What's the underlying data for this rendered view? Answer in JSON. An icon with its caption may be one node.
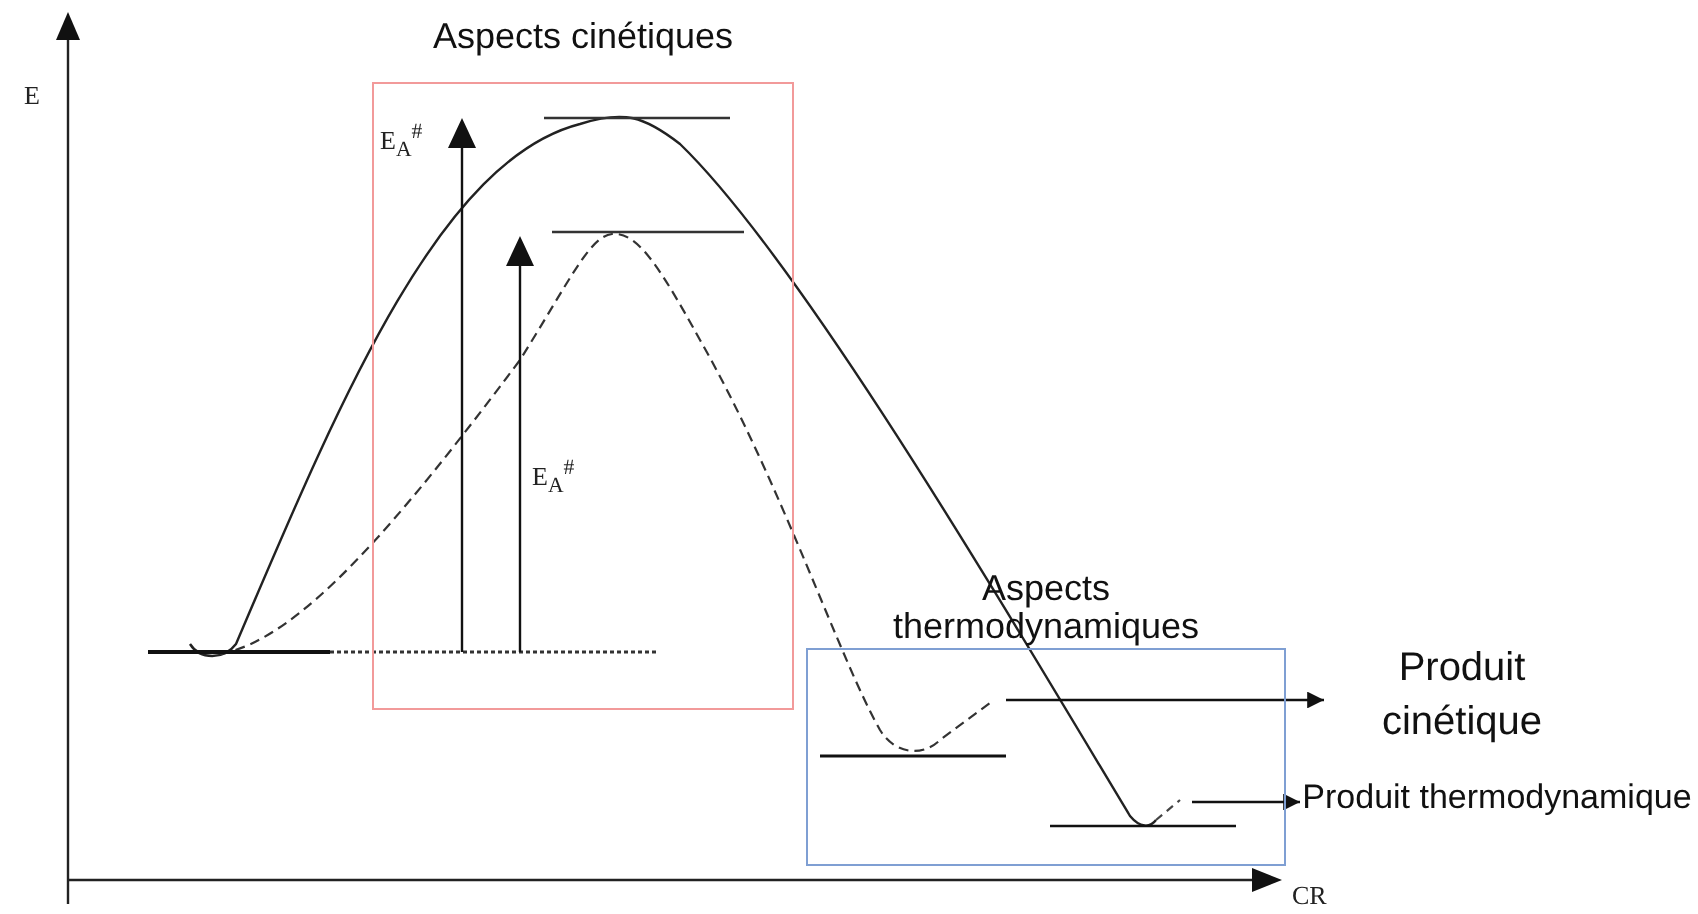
{
  "diagram": {
    "nodes": [
      {
        "text": [
          "Aspects cinétiques"
        ]
      },
      {
        "text": [
          "Aspects thermodynamiques"
        ]
      },
      {
        "text": [
          "Produit cinétique"
        ]
      },
      {
        "text": [
          "Produit thermodynamique"
        ]
      }
    ],
    "edges": [
      {
        "from": 1,
        "to": 2,
        "arrow": "to"
      },
      {
        "from": 1,
        "to": 3,
        "arrow": "to"
      }
    ],
    "labels": [
      "E",
      "E$_{A}$$^{#}$",
      "E$_{A}$$^{#}$",
      "CR"
    ]
  }
}
